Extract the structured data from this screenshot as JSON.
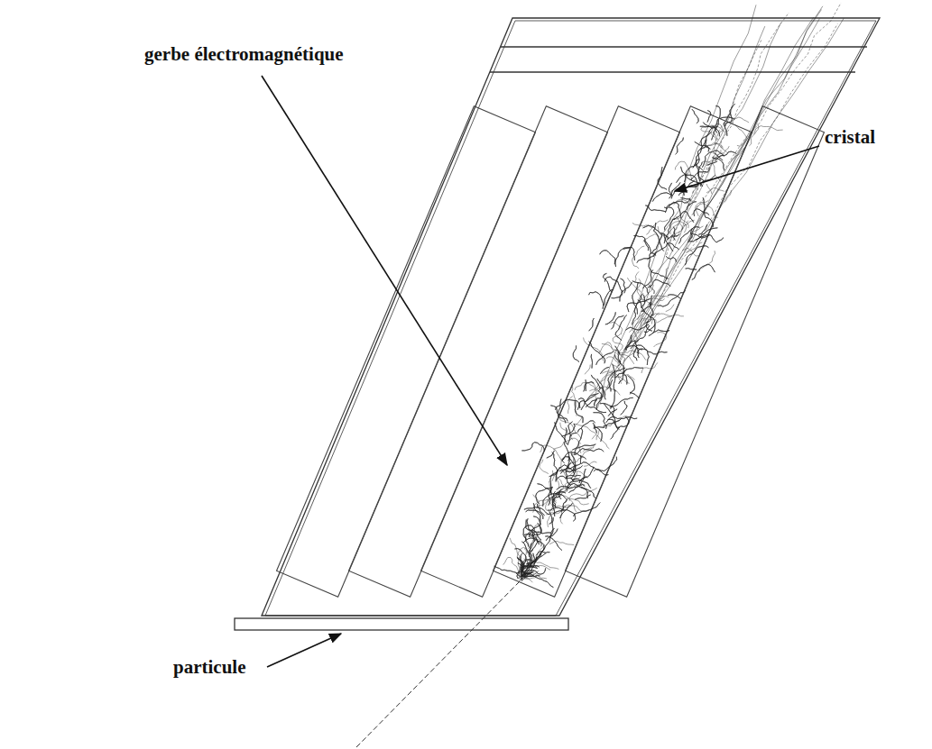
{
  "diagram": {
    "labels": [
      "gerbe électromagnétique",
      "cristal",
      "particule"
    ]
  }
}
